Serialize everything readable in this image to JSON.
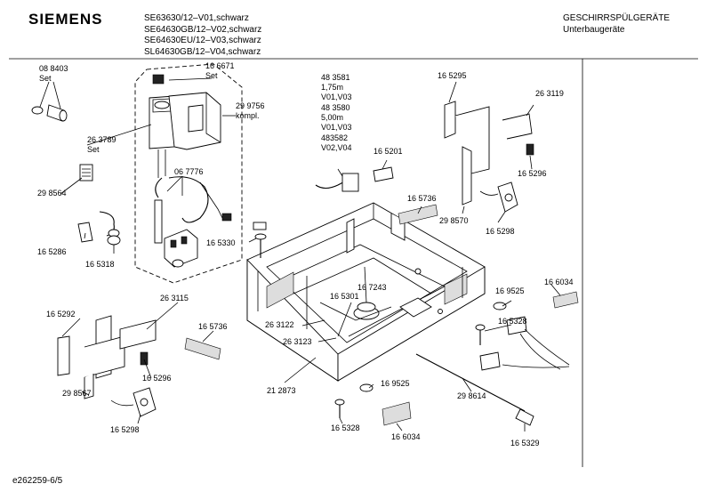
{
  "header": {
    "brand": "SIEMENS",
    "models": [
      "SE63630/12–V01,schwarz",
      "SE64630GB/12–V02,schwarz",
      "SE64630EU/12–V03,schwarz",
      "SL64630GB/12–V04,schwarz"
    ],
    "category_line1": "GESCHIRRSPÜLGERÄTE",
    "category_line2": "Unterbaugeräte"
  },
  "footer": {
    "doc_id": "e262259-6/5"
  },
  "labels": {
    "p088403": "08 8403",
    "set1": "Set",
    "p166671": "16 6671",
    "set2": "Set",
    "p299756": "29 9756",
    "kompl": "kompl.",
    "p263789": "26 3789",
    "set3": "Set",
    "p298564": "29 8564",
    "p067776": "06 7776",
    "p165286": "16 5286",
    "p165318": "16 5318",
    "p483581": "48 3581",
    "l175m": "1,75m",
    "v01v03a": "V01,V03",
    "p483580": "48 3580",
    "l500m": "5,00m",
    "v01v03b": "V01,V03",
    "p483582": "483582",
    "v02v04": "V02,V04",
    "p165201": "16 5201",
    "p165295": "16 5295",
    "p263119": "26 3119",
    "p165296a": "16 5296",
    "p165736a": "16 5736",
    "p298570": "29 8570",
    "p165298a": "16 5298",
    "p165330": "16 5330",
    "p166034a": "16 6034",
    "p169525a": "16 9525",
    "p165328a": "16 5328",
    "p167243": "16 7243",
    "p165301": "16 5301",
    "p263115": "26 3115",
    "p165292": "16 5292",
    "p165736b": "16 5736",
    "p263122": "26 3122",
    "p263123": "26 3123",
    "p165296b": "16 5296",
    "p298567": "29 8567",
    "p165298b": "16 5298",
    "p212873": "21 2873",
    "p169525b": "16 9525",
    "p165328b": "16 5328",
    "p166034b": "16 6034",
    "p298614": "29 8614",
    "p165329": "16 5329"
  }
}
